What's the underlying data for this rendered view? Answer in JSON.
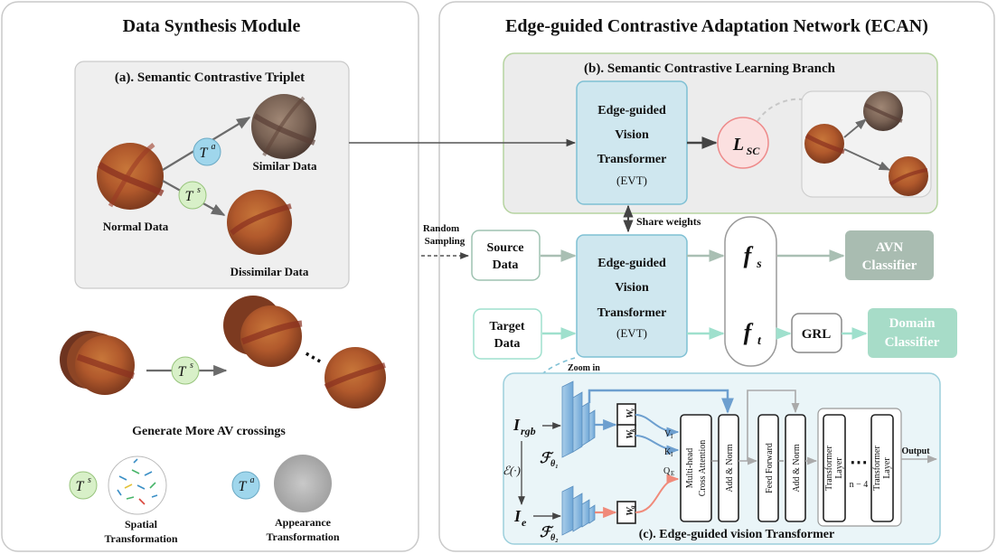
{
  "left_panel": {
    "title": "Data Synthesis Module",
    "triplet_title": "(a). Semantic Contrastive Triplet",
    "normal_label": "Normal Data",
    "similar_label": "Similar Data",
    "dissimilar_label": "Dissimilar Data",
    "generate_caption": "Generate More AV crossings",
    "ta_symbol": "T",
    "ta_sup": "a",
    "ts_symbol": "T",
    "ts_sup": "s",
    "spatial_label_1": "Spatial",
    "spatial_label_2": "Transformation",
    "appearance_label_1": "Appearance",
    "appearance_label_2": "Transformation",
    "dots": "⋯"
  },
  "right_panel": {
    "title": "Edge-guided Contrastive Adaptation Network (ECAN)",
    "branch_title": "(b). Semantic Contrastive Learning Branch",
    "evt_lines": [
      "Edge-guided",
      "Vision",
      "Transformer",
      "(EVT)"
    ],
    "lsc_main": "L",
    "lsc_sub": "SC",
    "share_weights": "Share weights",
    "random_sampling_1": "Random",
    "random_sampling_2": "Sampling",
    "source_1": "Source",
    "source_2": "Data",
    "target_1": "Target",
    "target_2": "Data",
    "fs_main": "f",
    "fs_sub": "s",
    "ft_main": "f",
    "ft_sub": "t",
    "avn_1": "AVN",
    "avn_2": "Classifier",
    "grl": "GRL",
    "domain_1": "Domain",
    "domain_2": "Classifier",
    "zoom_in": "Zoom in"
  },
  "evt_detail": {
    "caption": "(c). Edge-guided vision Transformer",
    "i_rgb_main": "I",
    "i_rgb_sub": "rgb",
    "i_e_main": "I",
    "i_e_sub": "e",
    "edge_op": "ℰ(·)",
    "f_theta1_main": "ℱ",
    "f_theta1_sub": "θ₁",
    "f_theta2_main": "ℱ",
    "f_theta2_sub": "θ₂",
    "wv_main": "W",
    "wv_sub": "v",
    "wk_main": "W",
    "wk_sub": "k",
    "wq_main": "W",
    "wq_sub": "q",
    "v_main": "V",
    "v_sub": "I",
    "k_main": "K",
    "k_sub": "I",
    "q_main": "Q",
    "q_sub": "E",
    "mhca_1": "Multi-head",
    "mhca_2": "Cross Attention",
    "add_norm": "Add & Norm",
    "feed_forward": "Feed Forward",
    "transformer_layer_1": "Transformer",
    "transformer_layer_2": "Layer",
    "n_minus_4": "n − 4",
    "output": "Output",
    "dots": "⋯"
  },
  "colors": {
    "panel_border": "#c9c9c9",
    "triplet_fill": "#efefef",
    "branch_fill": "#ececec",
    "branch_border": "#b5d3a0",
    "evt_fill": "#cfe7ef",
    "evt_border": "#7fc0d4",
    "lsc_fill": "#fbe0e0",
    "lsc_border": "#ee8a8a",
    "avn_fill": "#a9bcb1",
    "domain_fill": "#a7dcc8",
    "source_border": "#9ec2b0",
    "target_border": "#9fe0cd",
    "arrow_blue": "#6d9fcf",
    "arrow_red": "#f08a7a",
    "ta_fill": "#9fd6ec",
    "ts_fill": "#d8f0c8",
    "detail_fill": "#eaf5f8"
  }
}
